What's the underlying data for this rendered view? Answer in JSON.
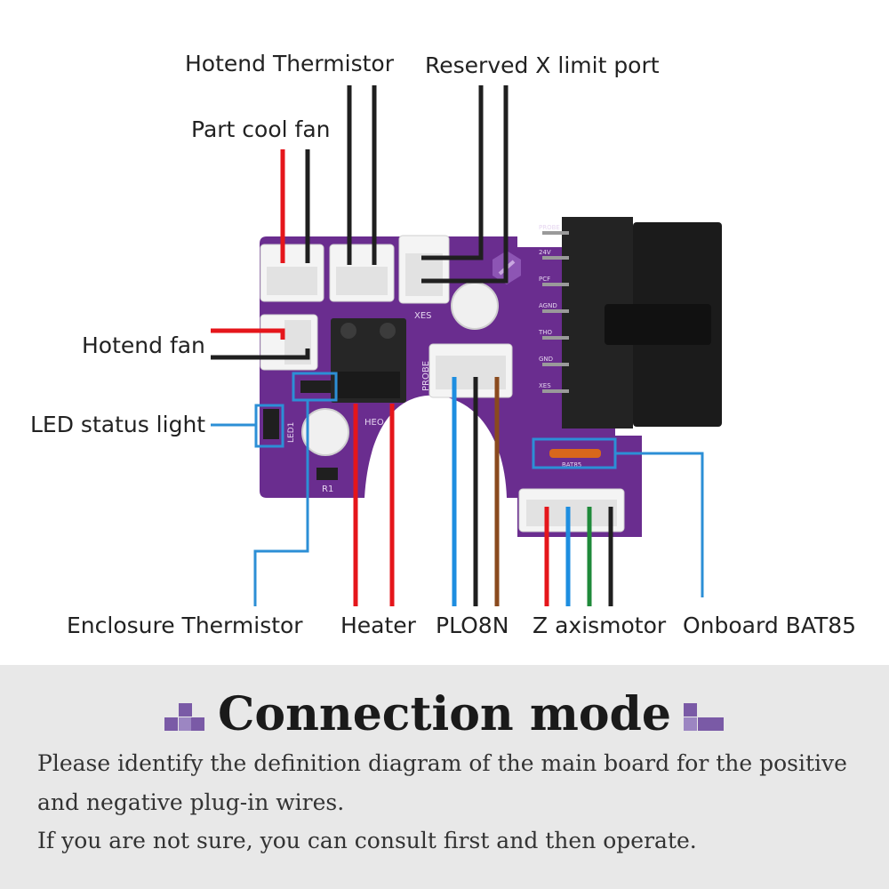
{
  "labels": {
    "hotend_thermistor": "Hotend Thermistor",
    "reserved_x_limit": "Reserved X limit port",
    "part_cool_fan": "Part cool fan",
    "hotend_fan": "Hotend fan",
    "led_status_light": "LED  status light",
    "enclosure_thermistor": "Enclosure Thermistor",
    "heater": "Heater",
    "plo8n": "PLO8N",
    "z_axis_motor": "Z axismotor",
    "onboard_bat85": "Onboard  BAT85"
  },
  "board": {
    "silk_probe": "PROBE",
    "silk_xes": "XES",
    "silk_heo": "HEO",
    "silk_r1": "R1",
    "silk_led": "LED1",
    "silk_bat": "BAT85",
    "connector_pins": [
      "PROBE",
      "24V",
      "PCF",
      "AGND",
      "THO",
      "GND",
      "XES"
    ]
  },
  "footer": {
    "heading": "Connection mode",
    "line1": "Please identify the definition diagram of the main board for the positive",
    "line2": "and negative plug-in wires.",
    "line3": "If you are not sure, you can consult first and then operate."
  },
  "colors": {
    "board_purple": "#6a2d8f",
    "wire_red": "#e5161b",
    "wire_black": "#1f1f1f",
    "wire_blue": "#1e8ee0",
    "wire_green": "#1f8a3a",
    "wire_brown": "#8a4a1e",
    "callout_blue": "#2c8fd6",
    "accent_purple": "#7a5aa6"
  }
}
